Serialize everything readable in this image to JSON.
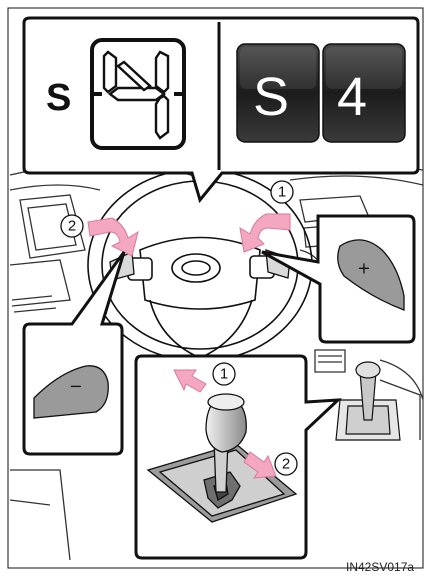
{
  "display": {
    "mode_letter": "S",
    "indicator_letter": "S",
    "indicator_digit": "4"
  },
  "callouts": {
    "step_1": "1",
    "step_2": "2",
    "shift_step_1": "1",
    "shift_step_2": "2"
  },
  "paddles": {
    "right_symbol": "+",
    "left_symbol": "−"
  },
  "figure_code": "IN42SV017a",
  "colors": {
    "arrow_pink": "#f4a7c0",
    "arrow_pink_stroke": "#d97a99",
    "display_dark": "#2a2a2a",
    "paddle_gray": "#9a9a9a",
    "line": "#111111"
  }
}
